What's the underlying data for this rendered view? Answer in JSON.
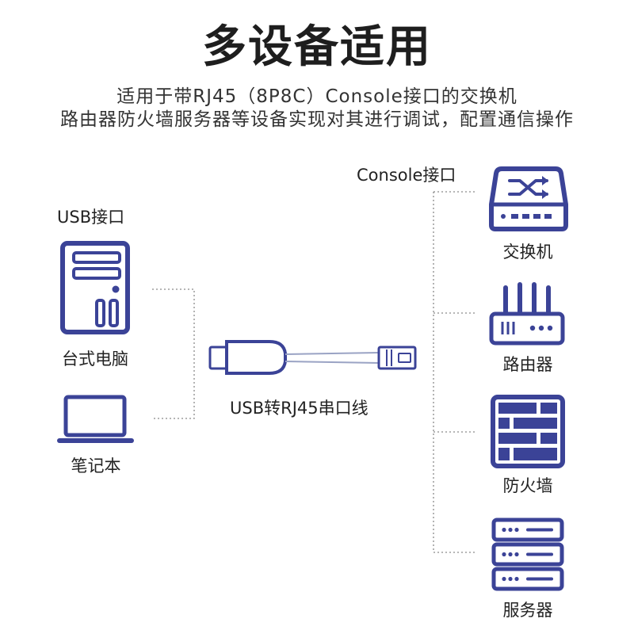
{
  "title": "多设备适用",
  "subtitle": {
    "line1": "适用于带RJ45（8P8C）Console接口的交换机",
    "line2": "路由器防火墙服务器等设备实现对其进行调试，配置通信操作"
  },
  "left": {
    "port_label": "USB接口",
    "devices": [
      {
        "label": "台式电脑",
        "icon": "desktop-tower-icon"
      },
      {
        "label": "笔记本",
        "icon": "laptop-icon"
      }
    ]
  },
  "cable": {
    "label": "USB转RJ45串口线",
    "icon": "usb-to-rj45-cable-icon"
  },
  "right": {
    "port_label": "Console接口",
    "devices": [
      {
        "label": "交换机",
        "icon": "network-switch-icon"
      },
      {
        "label": "路由器",
        "icon": "router-icon"
      },
      {
        "label": "防火墙",
        "icon": "firewall-icon"
      },
      {
        "label": "服务器",
        "icon": "server-icon"
      }
    ]
  },
  "colors": {
    "icon": "#3b4397",
    "text": "#222222",
    "line": "#8a8a8a"
  }
}
